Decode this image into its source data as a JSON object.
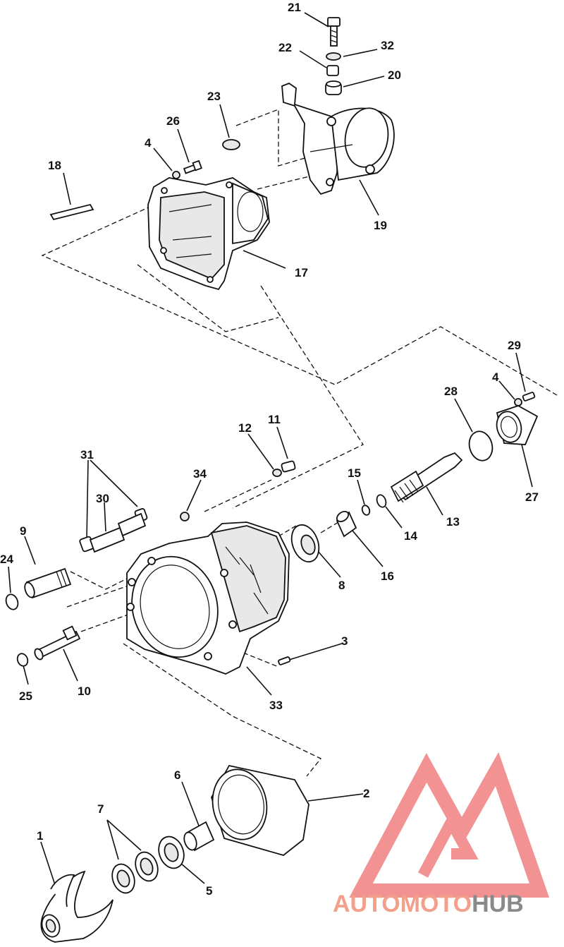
{
  "callouts": [
    {
      "id": "c21",
      "label": "21"
    },
    {
      "id": "c22",
      "label": "22"
    },
    {
      "id": "c32",
      "label": "32"
    },
    {
      "id": "c20",
      "label": "20"
    },
    {
      "id": "c23",
      "label": "23"
    },
    {
      "id": "c26",
      "label": "26"
    },
    {
      "id": "c4a",
      "label": "4"
    },
    {
      "id": "c18",
      "label": "18"
    },
    {
      "id": "c19",
      "label": "19"
    },
    {
      "id": "c17",
      "label": "17"
    },
    {
      "id": "c29",
      "label": "29"
    },
    {
      "id": "c4b",
      "label": "4"
    },
    {
      "id": "c28",
      "label": "28"
    },
    {
      "id": "c27",
      "label": "27"
    },
    {
      "id": "c12",
      "label": "12"
    },
    {
      "id": "c11",
      "label": "11"
    },
    {
      "id": "c15",
      "label": "15"
    },
    {
      "id": "c13",
      "label": "13"
    },
    {
      "id": "c14",
      "label": "14"
    },
    {
      "id": "c31",
      "label": "31"
    },
    {
      "id": "c30",
      "label": "30"
    },
    {
      "id": "c34",
      "label": "34"
    },
    {
      "id": "c9",
      "label": "9"
    },
    {
      "id": "c24",
      "label": "24"
    },
    {
      "id": "c8",
      "label": "8"
    },
    {
      "id": "c16",
      "label": "16"
    },
    {
      "id": "c3",
      "label": "3"
    },
    {
      "id": "c25",
      "label": "25"
    },
    {
      "id": "c10",
      "label": "10"
    },
    {
      "id": "c33",
      "label": "33"
    },
    {
      "id": "c2",
      "label": "2"
    },
    {
      "id": "c6",
      "label": "6"
    },
    {
      "id": "c7",
      "label": "7"
    },
    {
      "id": "c1",
      "label": "1"
    },
    {
      "id": "c5",
      "label": "5"
    }
  ],
  "watermark": {
    "text_a": "AUTOMOTO",
    "text_b": "HUB",
    "color_a": "#f3a08a",
    "color_b": "#8a8a8a",
    "logo_color": "#f08080"
  }
}
